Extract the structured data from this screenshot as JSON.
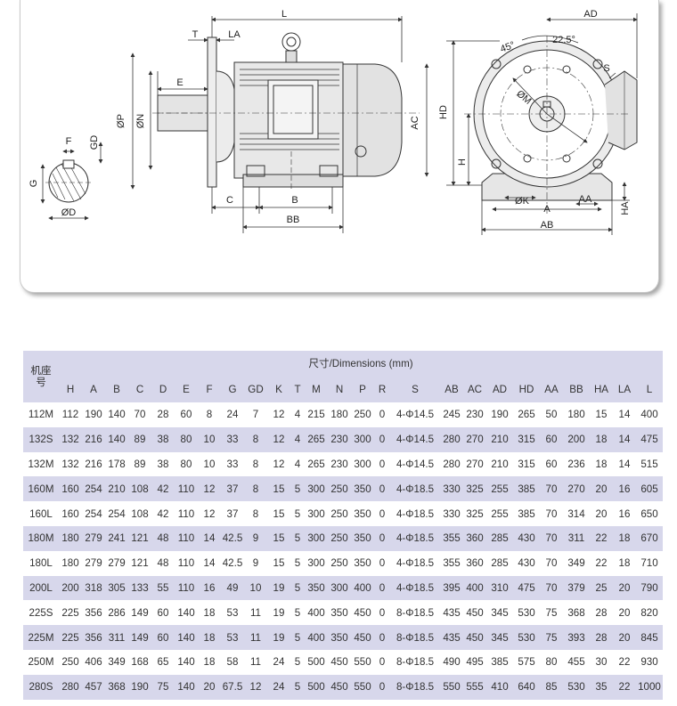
{
  "drawing": {
    "labels": {
      "L": "L",
      "T": "T",
      "LA": "LA",
      "E": "E",
      "P": "ØP",
      "N": "ØN",
      "AC": "AC",
      "C": "C",
      "B": "B",
      "BB": "BB",
      "F": "F",
      "GD": "GD",
      "G": "G",
      "D": "ØD",
      "AD": "AD",
      "angle45": "45°",
      "angle225": "22.5°",
      "S": "S",
      "M": "ØM",
      "HD": "HD",
      "H": "H",
      "K": "ØK",
      "AA": "AA",
      "A": "A",
      "AB": "AB",
      "HA": "HA"
    }
  },
  "table": {
    "frame_header": "机座号",
    "dims_header": "尺寸/Dimensions (mm)",
    "columns": [
      "H",
      "A",
      "B",
      "C",
      "D",
      "E",
      "F",
      "G",
      "GD",
      "K",
      "T",
      "M",
      "N",
      "P",
      "R",
      "S",
      "AB",
      "AC",
      "AD",
      "HD",
      "AA",
      "BB",
      "HA",
      "LA",
      "L"
    ],
    "rows": [
      [
        "112M",
        "112",
        "190",
        "140",
        "70",
        "28",
        "60",
        "8",
        "24",
        "7",
        "12",
        "4",
        "215",
        "180",
        "250",
        "0",
        "4-Φ14.5",
        "245",
        "230",
        "190",
        "265",
        "50",
        "180",
        "15",
        "14",
        "400"
      ],
      [
        "132S",
        "132",
        "216",
        "140",
        "89",
        "38",
        "80",
        "10",
        "33",
        "8",
        "12",
        "4",
        "265",
        "230",
        "300",
        "0",
        "4-Φ14.5",
        "280",
        "270",
        "210",
        "315",
        "60",
        "200",
        "18",
        "14",
        "475"
      ],
      [
        "132M",
        "132",
        "216",
        "178",
        "89",
        "38",
        "80",
        "10",
        "33",
        "8",
        "12",
        "4",
        "265",
        "230",
        "300",
        "0",
        "4-Φ14.5",
        "280",
        "270",
        "210",
        "315",
        "60",
        "236",
        "18",
        "14",
        "515"
      ],
      [
        "160M",
        "160",
        "254",
        "210",
        "108",
        "42",
        "110",
        "12",
        "37",
        "8",
        "15",
        "5",
        "300",
        "250",
        "350",
        "0",
        "4-Φ18.5",
        "330",
        "325",
        "255",
        "385",
        "70",
        "270",
        "20",
        "16",
        "605"
      ],
      [
        "160L",
        "160",
        "254",
        "254",
        "108",
        "42",
        "110",
        "12",
        "37",
        "8",
        "15",
        "5",
        "300",
        "250",
        "350",
        "0",
        "4-Φ18.5",
        "330",
        "325",
        "255",
        "385",
        "70",
        "314",
        "20",
        "16",
        "650"
      ],
      [
        "180M",
        "180",
        "279",
        "241",
        "121",
        "48",
        "110",
        "14",
        "42.5",
        "9",
        "15",
        "5",
        "300",
        "250",
        "350",
        "0",
        "4-Φ18.5",
        "355",
        "360",
        "285",
        "430",
        "70",
        "311",
        "22",
        "18",
        "670"
      ],
      [
        "180L",
        "180",
        "279",
        "279",
        "121",
        "48",
        "110",
        "14",
        "42.5",
        "9",
        "15",
        "5",
        "300",
        "250",
        "350",
        "0",
        "4-Φ18.5",
        "355",
        "360",
        "285",
        "430",
        "70",
        "349",
        "22",
        "18",
        "710"
      ],
      [
        "200L",
        "200",
        "318",
        "305",
        "133",
        "55",
        "110",
        "16",
        "49",
        "10",
        "19",
        "5",
        "350",
        "300",
        "400",
        "0",
        "4-Φ18.5",
        "395",
        "400",
        "310",
        "475",
        "70",
        "379",
        "25",
        "20",
        "790"
      ],
      [
        "225S",
        "225",
        "356",
        "286",
        "149",
        "60",
        "140",
        "18",
        "53",
        "11",
        "19",
        "5",
        "400",
        "350",
        "450",
        "0",
        "8-Φ18.5",
        "435",
        "450",
        "345",
        "530",
        "75",
        "368",
        "28",
        "20",
        "820"
      ],
      [
        "225M",
        "225",
        "356",
        "311",
        "149",
        "60",
        "140",
        "18",
        "53",
        "11",
        "19",
        "5",
        "400",
        "350",
        "450",
        "0",
        "8-Φ18.5",
        "435",
        "450",
        "345",
        "530",
        "75",
        "393",
        "28",
        "20",
        "845"
      ],
      [
        "250M",
        "250",
        "406",
        "349",
        "168",
        "65",
        "140",
        "18",
        "58",
        "11",
        "24",
        "5",
        "500",
        "450",
        "550",
        "0",
        "8-Φ18.5",
        "490",
        "495",
        "385",
        "575",
        "80",
        "455",
        "30",
        "22",
        "930"
      ],
      [
        "280S",
        "280",
        "457",
        "368",
        "190",
        "75",
        "140",
        "20",
        "67.5",
        "12",
        "24",
        "5",
        "500",
        "450",
        "550",
        "0",
        "8-Φ18.5",
        "550",
        "555",
        "410",
        "640",
        "85",
        "530",
        "35",
        "22",
        "1000"
      ]
    ]
  }
}
